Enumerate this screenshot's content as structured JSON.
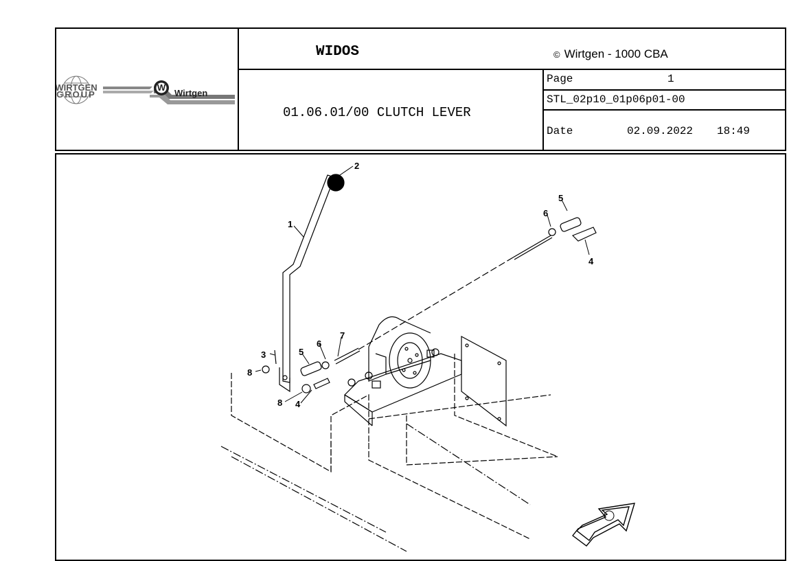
{
  "header": {
    "logo_group_text_top": "WIRTGEN",
    "logo_group_text_bottom": "GROUP",
    "logo_brand_text": "Wirtgen",
    "system_name": "WIDOS",
    "copyright_symbol": "©",
    "machine": "Wirtgen - 1000 CBA",
    "section_title": "01.06.01/00 CLUTCH LEVER",
    "page_label": "Page",
    "page_value": "1",
    "document_code": "STL_02p10_01p06p01-00",
    "date_label": "Date",
    "date_value": "02.09.2022",
    "time_value": "18:49"
  },
  "drawing": {
    "callouts": [
      "1",
      "2",
      "3",
      "4",
      "5",
      "6",
      "7",
      "8"
    ],
    "callout_labels": {
      "c1": "1",
      "c2": "2",
      "c3": "3",
      "c4_left": "4",
      "c4_right": "4",
      "c5_left": "5",
      "c5_right": "5",
      "c6_left": "6",
      "c6_right": "6",
      "c7": "7",
      "c8_top": "8",
      "c8_bottom": "8"
    },
    "icons": [
      "wirtgen-group-globe-icon",
      "wirtgen-logo-icon",
      "direction-arrow-icon"
    ]
  }
}
